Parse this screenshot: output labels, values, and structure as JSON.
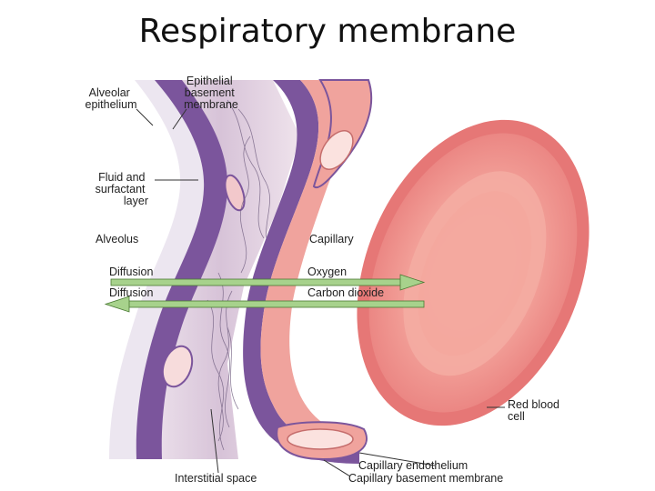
{
  "title": "Respiratory membrane",
  "labels": {
    "alveolar_epithelium": [
      "Alveolar",
      "epithelium"
    ],
    "epithelial_basement_membrane": [
      "Epithelial",
      "basement",
      "membrane"
    ],
    "fluid_surfactant_layer": [
      "Fluid and",
      "surfactant",
      "layer"
    ],
    "alveolus": "Alveolus",
    "capillary": "Capillary",
    "diffusion_oxygen": "Diffusion",
    "oxygen": "Oxygen",
    "diffusion_co2": "Diffusion",
    "carbon_dioxide": "Carbon dioxide",
    "red_blood_cell": [
      "Red blood",
      "cell"
    ],
    "interstitial_space": "Interstitial space",
    "capillary_endothelium": "Capillary endothelium",
    "capillary_basement_membrane": "Capillary basement membrane"
  },
  "colors": {
    "epithelium_purple": "#7b559c",
    "interstitial_lilac": "#d9c6da",
    "endothelium_pink": "#f0a39d",
    "rbc_red": "#ee8a86",
    "arrow_green": "#a7d28c"
  }
}
